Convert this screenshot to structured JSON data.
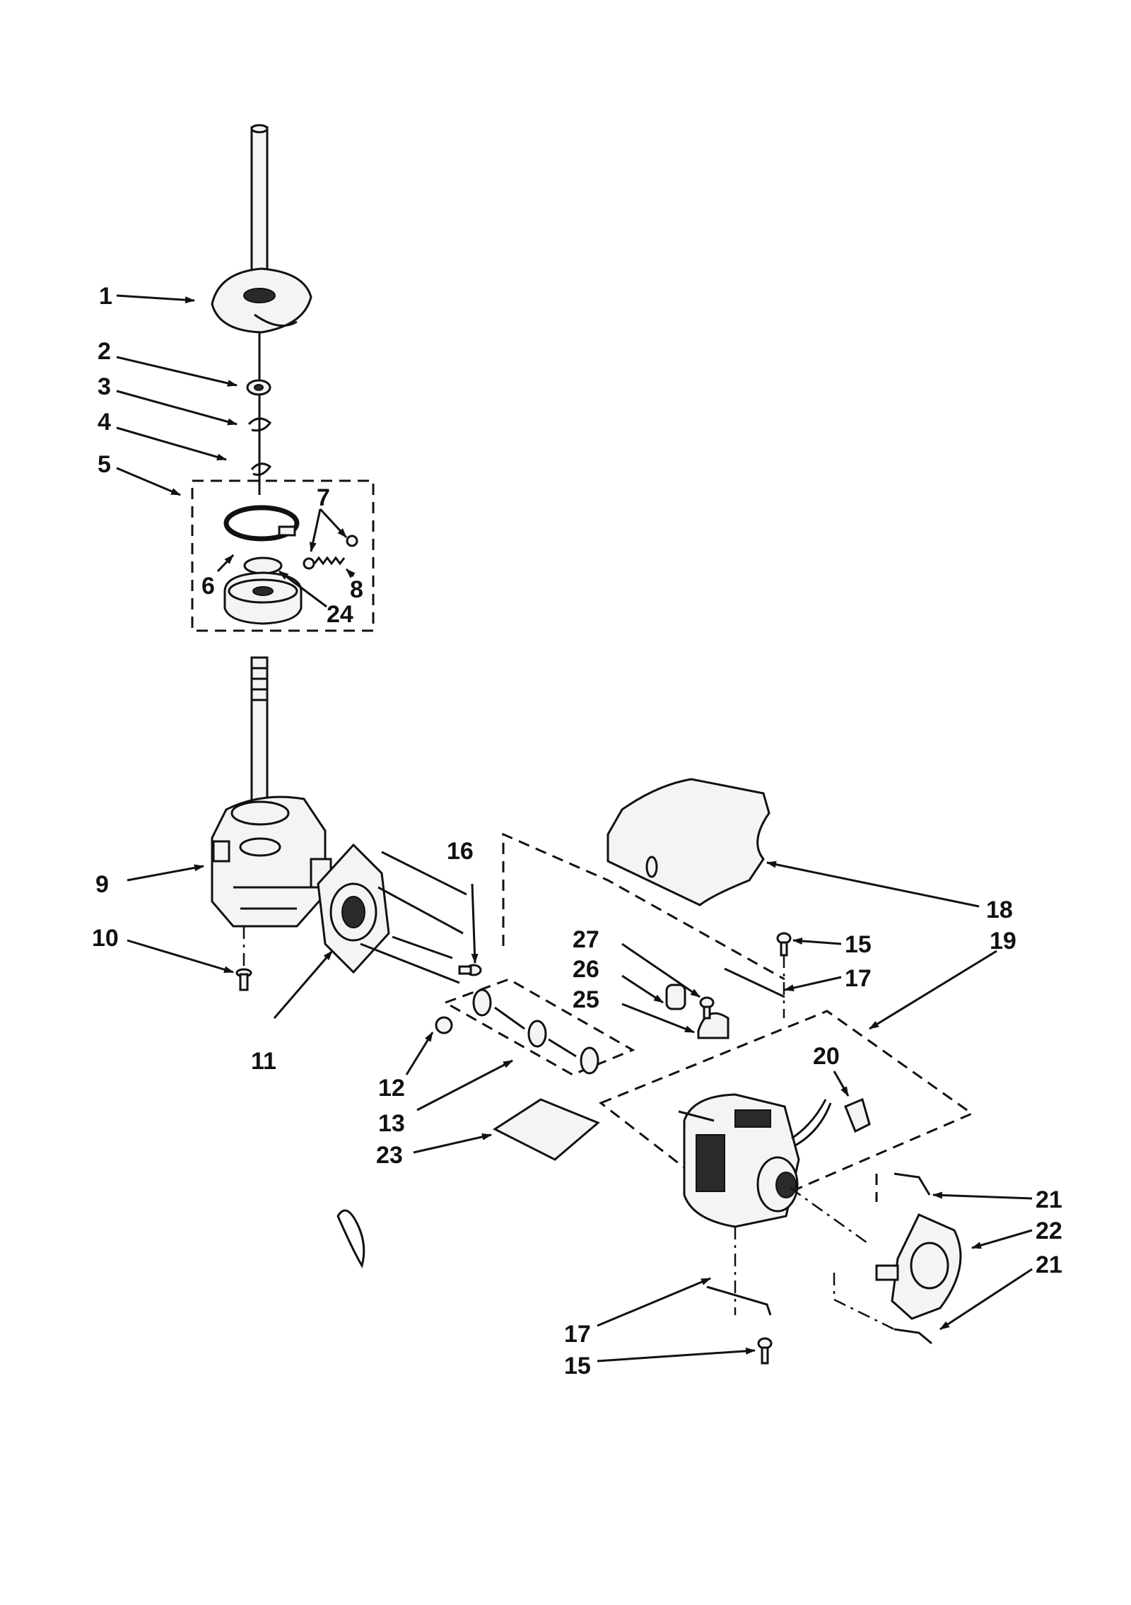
{
  "diagram": {
    "type": "exploded-parts-diagram",
    "callouts": {
      "c1": "1",
      "c2": "2",
      "c3": "3",
      "c4": "4",
      "c5": "5",
      "c6": "6",
      "c7": "7",
      "c8": "8",
      "c9": "9",
      "c10": "10",
      "c11": "11",
      "c12": "12",
      "c13": "13",
      "c15a": "15",
      "c15b": "15",
      "c16": "16",
      "c17a": "17",
      "c17b": "17",
      "c18": "18",
      "c19": "19",
      "c20": "20",
      "c21a": "21",
      "c21b": "21",
      "c22": "22",
      "c23": "23",
      "c24": "24",
      "c25": "25",
      "c26": "26",
      "c27": "27"
    }
  }
}
